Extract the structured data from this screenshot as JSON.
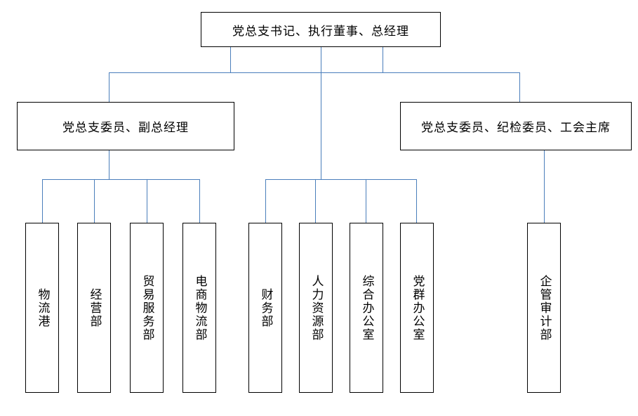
{
  "diagram": {
    "title_node": {
      "label": "党总支书记、执行董事、总经理"
    },
    "level2": [
      {
        "label": "党总支委员、副总经理"
      },
      {
        "label": "党总支委员、纪检委员、工会主席"
      }
    ],
    "departments_left": [
      {
        "label": "物流港"
      },
      {
        "label": "经营部"
      },
      {
        "label": "贸易服务部"
      },
      {
        "label": "电商物流部"
      }
    ],
    "departments_middle": [
      {
        "label": "财务部"
      },
      {
        "label": "人力资源部"
      },
      {
        "label": "综合办公室"
      },
      {
        "label": "党群办公室"
      }
    ],
    "departments_right": [
      {
        "label": "企管审计部"
      }
    ],
    "colors": {
      "line": "#4a7ebb",
      "border": "#000000",
      "background": "#ffffff",
      "text": "#000000"
    }
  }
}
